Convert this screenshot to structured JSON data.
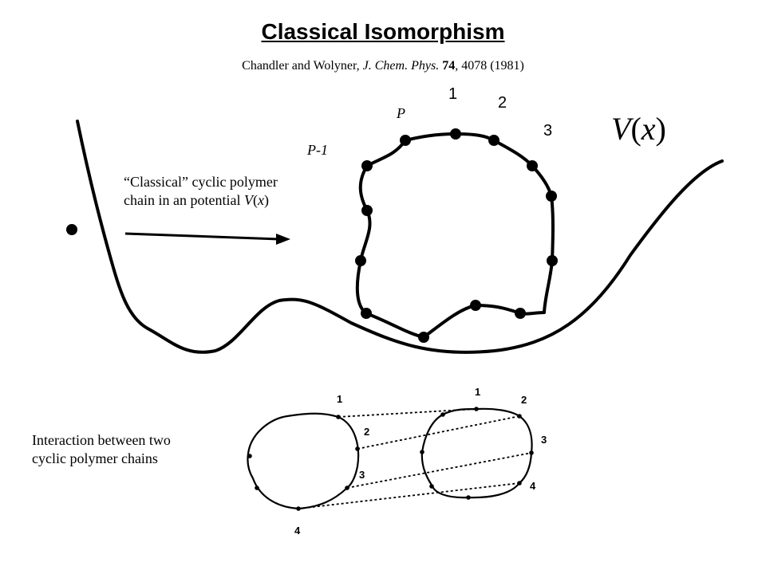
{
  "title": "Classical Isomorphism",
  "citation": {
    "authors": "Chandler and Wolyner,",
    "journal": "J. Chem. Phys.",
    "volume": "74",
    "rest": ", 4078 (1981)"
  },
  "potential_label": {
    "V": "V",
    "open": "(",
    "x": "x",
    "close": ")"
  },
  "polymer_labels": {
    "bead_1": "1",
    "bead_2": "2",
    "bead_3": "3",
    "bead_P": "P",
    "bead_P_minus_1": "P-1"
  },
  "caption_polymer": {
    "line1": "“Classical” cyclic polymer",
    "line2_prefix": "chain in an potential ",
    "line2_V": "V",
    "line2_open": "(",
    "line2_x": "x",
    "line2_close": ")"
  },
  "caption_interaction": {
    "line1": "Interaction between two",
    "line2": "cyclic polymer chains"
  },
  "interaction_labels": {
    "left_1": "1",
    "left_2": "2",
    "left_3": "3",
    "left_4": "4",
    "right_1": "1",
    "right_2": "2",
    "right_3": "3",
    "right_4": "4"
  }
}
